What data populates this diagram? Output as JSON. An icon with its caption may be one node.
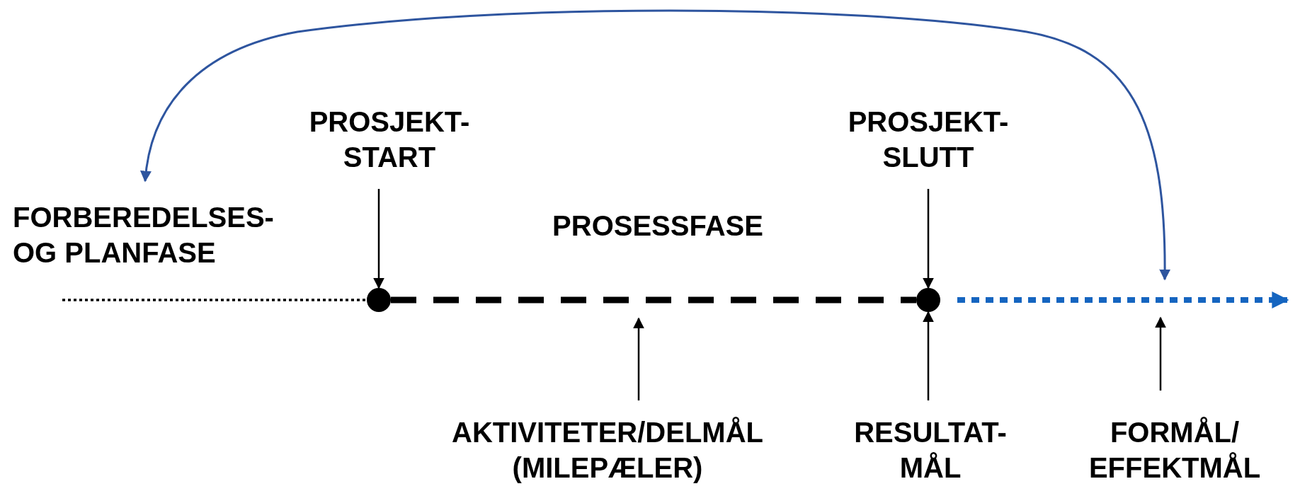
{
  "diagram": {
    "nodes": [
      {
        "text": [
          "FORBEREDELSES- OG PLANFASE"
        ]
      },
      {
        "text": [
          "PROSJEKT- START"
        ]
      },
      {
        "text": [
          "PROSJEKT- SLUTT"
        ]
      },
      {
        "text": [
          "AKTIVITETER/DELMÅL (MILEPÆLER)"
        ]
      },
      {
        "text": [
          "RESULTAT- MÅL"
        ]
      },
      {
        "text": [
          "FORMÅL/ EFFEKTMÅL"
        ]
      },
      {
        "text": [],
        "shape": "circle"
      },
      {
        "text": [],
        "shape": "circle"
      }
    ],
    "edges": [
      {
        "from": null,
        "to": 6,
        "arrow": "none",
        "style": "dashed"
      },
      {
        "from": 6,
        "to": 7,
        "arrow": "none",
        "style": "dashed"
      },
      {
        "from": 7,
        "to": null,
        "arrow": "to",
        "style": "dashed",
        "color": "#1565c0"
      },
      {
        "from": 1,
        "to": 6,
        "arrow": "to"
      },
      {
        "from": 2,
        "to": 7,
        "arrow": "to"
      },
      {
        "from": 3,
        "to": null,
        "arrow": "to"
      },
      {
        "from": 4,
        "to": 7,
        "arrow": "to"
      },
      {
        "from": 5,
        "to": null,
        "arrow": "to"
      },
      {
        "from": 0,
        "to": null,
        "arrow": "both",
        "color": "#2e559f"
      }
    ],
    "labels": [
      "PROSESSFASE"
    ]
  }
}
